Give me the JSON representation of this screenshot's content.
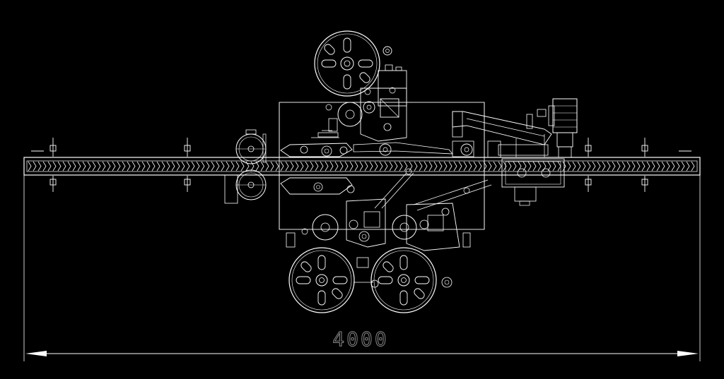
{
  "drawing": {
    "background": "#000000",
    "stroke_color": "#ffffff",
    "dimension": {
      "value_label": "4000",
      "text_color": "#8a8a8a"
    }
  },
  "icons": [
    "conveyor",
    "label-reel",
    "motor",
    "bottle-guide",
    "labeling-head",
    "dimension-arrow"
  ]
}
